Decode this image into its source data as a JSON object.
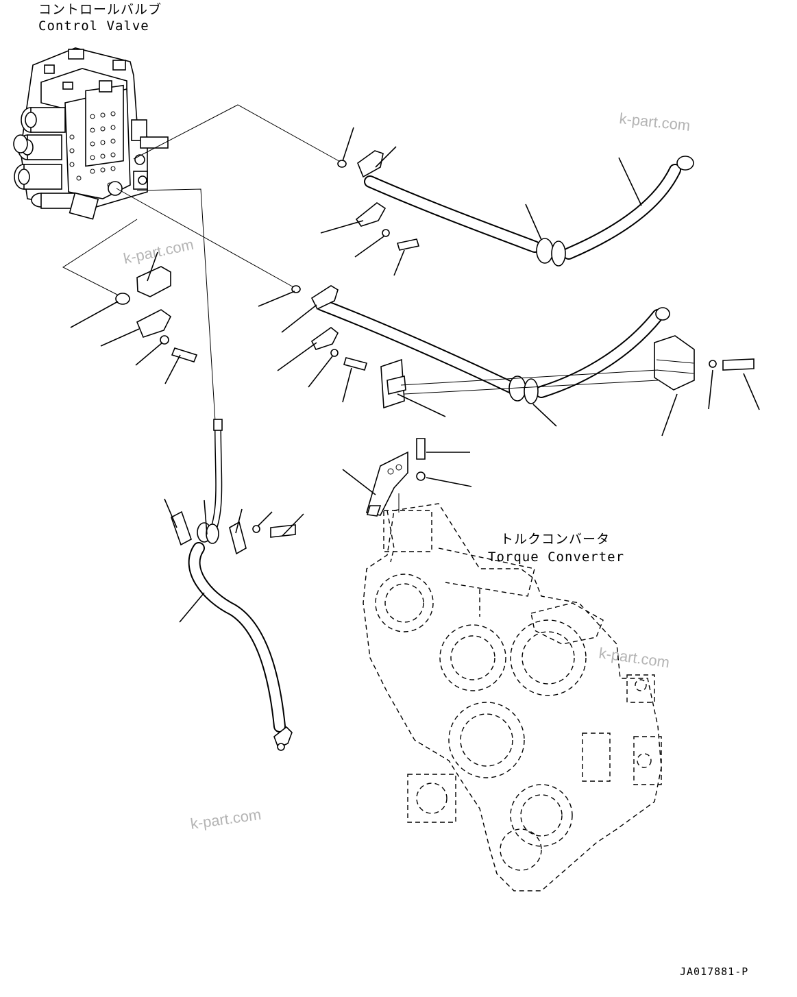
{
  "control_valve": {
    "label_ja": "コントロールバルブ",
    "label_en": "Control Valve"
  },
  "torque_converter": {
    "label_ja": "トルクコンバータ",
    "label_en": "Torque Converter"
  },
  "watermark": "k-part.com",
  "drawing_code": "JA017881-P"
}
